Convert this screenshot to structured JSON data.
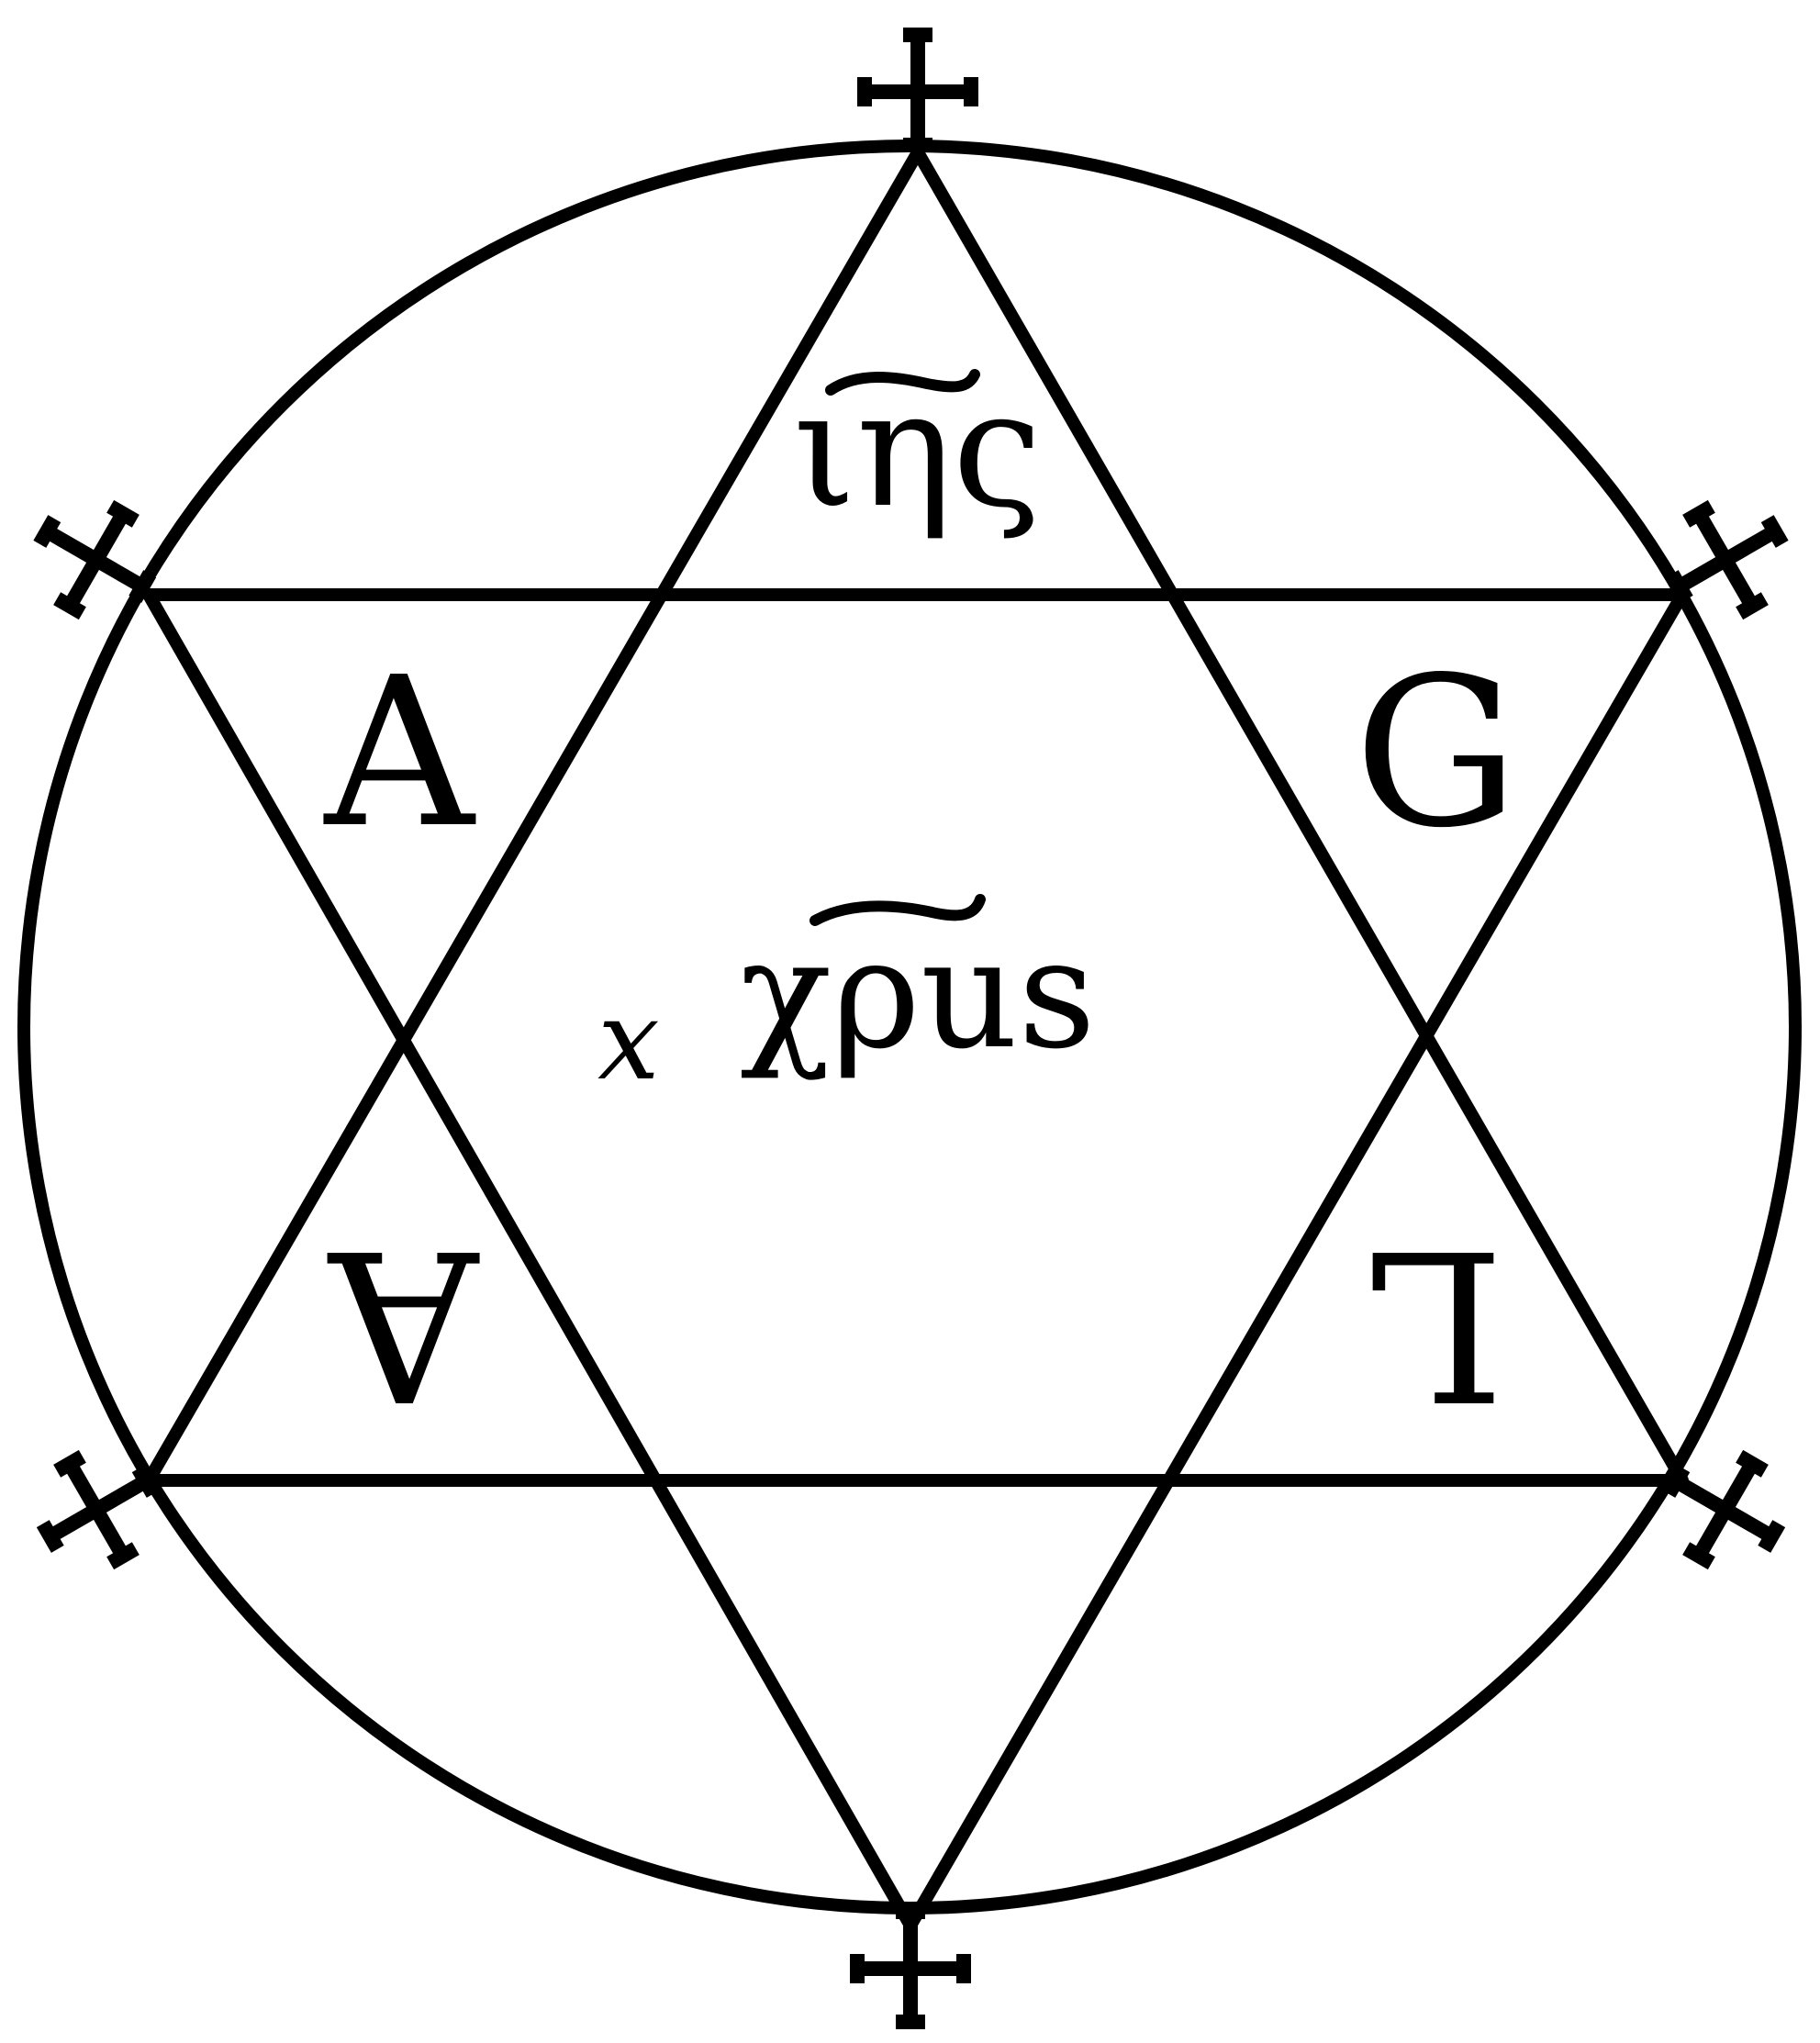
{
  "diagram": {
    "labels": {
      "top": "ιης",
      "center_left": "x",
      "center": "χρus",
      "upper_left": "A",
      "upper_right": "G",
      "lower_left": "A",
      "lower_right": "L"
    },
    "crosses": [
      {
        "name": "top"
      },
      {
        "name": "upper-left"
      },
      {
        "name": "upper-right"
      },
      {
        "name": "lower-left"
      },
      {
        "name": "lower-right"
      },
      {
        "name": "bottom"
      }
    ],
    "colors": {
      "ink": "#000000",
      "background": "#ffffff"
    }
  }
}
